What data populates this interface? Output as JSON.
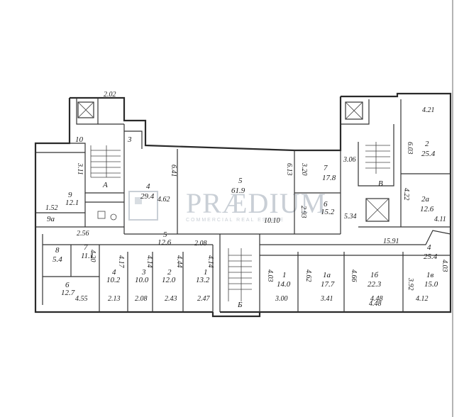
{
  "watermark": {
    "brand": "PRÆDIUM",
    "tagline": "COMMERCIAL REAL ESTATE"
  },
  "stairs": [
    "А",
    "В",
    "Б"
  ],
  "rooms": [
    {
      "id": "r10",
      "num": "10"
    },
    {
      "id": "r3",
      "num": "3"
    },
    {
      "id": "r9",
      "num": "9",
      "area": "12.1"
    },
    {
      "id": "r9a",
      "num": "9а"
    },
    {
      "id": "r4t",
      "num": "4",
      "area": "29.4"
    },
    {
      "id": "r5big",
      "num": "5",
      "area": "61.9"
    },
    {
      "id": "r7",
      "num": "7",
      "area": "17.8"
    },
    {
      "id": "r6",
      "num": "6",
      "area": "15.2"
    },
    {
      "id": "r2r",
      "num": "2",
      "area": "25.4"
    },
    {
      "id": "r2a",
      "num": "2а",
      "area": "12.6"
    },
    {
      "id": "r5c",
      "num": "5",
      "area": "12.6"
    },
    {
      "id": "r4s",
      "num": "4",
      "area": "25.4"
    },
    {
      "id": "r8",
      "num": "8",
      "area": "5.4"
    },
    {
      "id": "r7l",
      "num": "7",
      "area": "11.1"
    },
    {
      "id": "r6l",
      "num": "6",
      "area": "12.7"
    },
    {
      "id": "r4b",
      "num": "4",
      "area": "10.2"
    },
    {
      "id": "r3b",
      "num": "3",
      "area": "10.0"
    },
    {
      "id": "r2b",
      "num": "2",
      "area": "12.0"
    },
    {
      "id": "r1b",
      "num": "1",
      "area": "13.2"
    },
    {
      "id": "r1r",
      "num": "1",
      "area": "14.0"
    },
    {
      "id": "r1a",
      "num": "1а",
      "area": "17.7"
    },
    {
      "id": "r1b2",
      "num": "1б",
      "area": "22.3"
    },
    {
      "id": "r1v",
      "num": "1в",
      "area": "15.0"
    }
  ],
  "dims": [
    "2.02",
    "4.21",
    "6.03",
    "3.11",
    "6.41",
    "4.62",
    "6.13",
    "3.20",
    "3.06",
    "4.22",
    "4.11",
    "1.52",
    "2.93",
    "10.10",
    "5.34",
    "2.56",
    "2.08",
    "4.48",
    "4.55",
    "2.13",
    "2.08",
    "2.43",
    "2.47",
    "3.00",
    "3.41",
    "4.48",
    "4.12",
    "4.03",
    "4.62",
    "4.66",
    "3.92",
    "15.91",
    "4.03",
    "4.17",
    "4.14",
    "4.44",
    "4.14",
    "4.20"
  ]
}
